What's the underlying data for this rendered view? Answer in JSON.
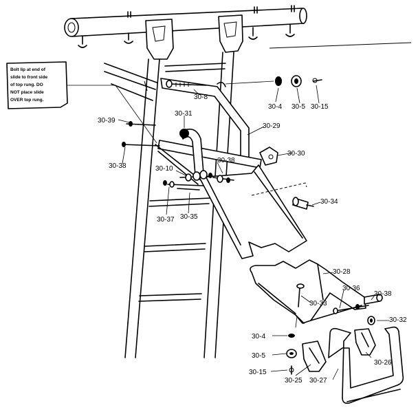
{
  "note": {
    "lines": [
      "Bolt lip at end of",
      "slide to front side",
      "of top rung. DO",
      "NOT place slide",
      "OVER top rung."
    ]
  },
  "labels": {
    "p30_8": "30-8",
    "p30_4_top": "30-4",
    "p30_5_top": "30-5",
    "p30_15_top": "30-15",
    "p30_39": "30-39",
    "p30_31": "30-31",
    "p30_29": "30-29",
    "p30_30": "30-30",
    "p30_38_top": "30-38",
    "p30_38_left": "30-38",
    "p30_10": "30-10",
    "p30_34": "30-34",
    "p30_37": "30-37",
    "p30_35": "30-35",
    "p30_28": "30-28",
    "p30_36": "30-36",
    "p30_38_right": "30-38",
    "p30_33": "30-33",
    "p30_32": "30-32",
    "p30_4_bottom": "30-4",
    "p30_26": "30-26",
    "p30_5_bottom": "30-5",
    "p30_15_bottom": "30-15",
    "p30_25": "30-25",
    "p30_27": "30-27"
  }
}
